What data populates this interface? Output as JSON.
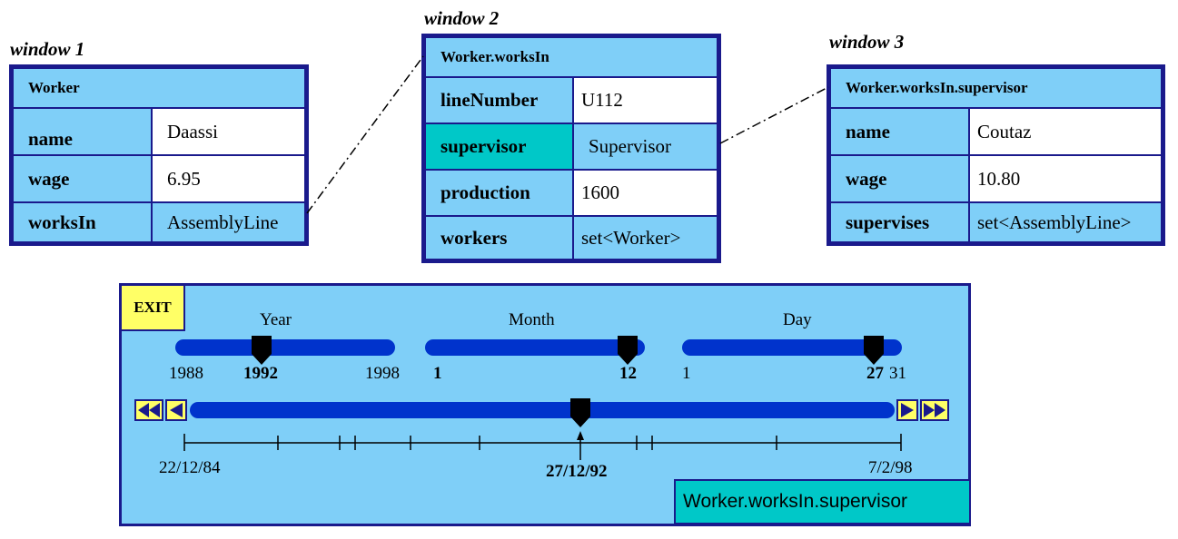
{
  "window1": {
    "label": "window 1",
    "title": "Worker",
    "rows": [
      {
        "key": "name",
        "value": "Daassi"
      },
      {
        "key": "wage",
        "value": "6.95"
      },
      {
        "key": "worksIn",
        "value": "AssemblyLine"
      }
    ]
  },
  "window2": {
    "label": "window 2",
    "title": "Worker.worksIn",
    "rows": [
      {
        "key": "lineNumber",
        "value": "U112"
      },
      {
        "key": "supervisor",
        "value": "Supervisor"
      },
      {
        "key": "production",
        "value": "1600"
      },
      {
        "key": "workers",
        "value": "set<Worker>"
      }
    ]
  },
  "window3": {
    "label": "window 3",
    "title": "Worker.worksIn.supervisor",
    "rows": [
      {
        "key": "name",
        "value": "Coutaz"
      },
      {
        "key": "wage",
        "value": "10.80"
      },
      {
        "key": "supervises",
        "value": "set<AssemblyLine>"
      }
    ]
  },
  "timepanel": {
    "exit_label": "EXIT",
    "year": {
      "title": "Year",
      "min": "1988",
      "selected": "1992",
      "max": "1998"
    },
    "month": {
      "title": "Month",
      "min": "1",
      "selected": "12"
    },
    "day": {
      "title": "Day",
      "min": "1",
      "selected": "27",
      "max": "31"
    },
    "timeline": {
      "start": "22/12/84",
      "current": "27/12/92",
      "end": "7/2/98"
    },
    "status_text": "Worker.worksIn.supervisor"
  },
  "colors": {
    "panel_bg": "#7fcff8",
    "border": "#1a1a8c",
    "slider_track": "#0033cc",
    "highlight": "#00c8c8",
    "exit_bg": "#ffff66"
  }
}
